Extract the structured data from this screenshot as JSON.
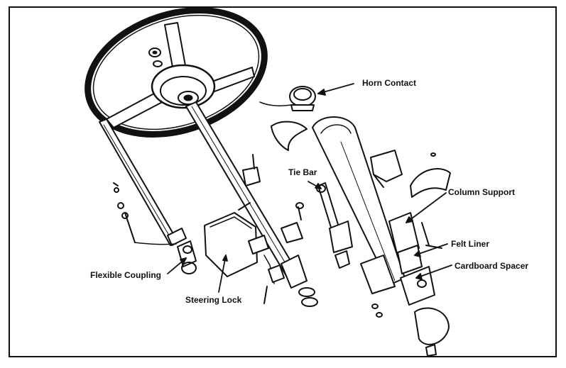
{
  "labels": {
    "horn_contact": "Horn Contact",
    "tie_bar": "Tie Bar",
    "column_support": "Column Support",
    "felt_liner": "Felt Liner",
    "cardboard_spacer": "Cardboard Spacer",
    "flexible_coupling": "Flexible Coupling",
    "steering_lock": "Steering Lock"
  },
  "colors": {
    "ink": "#111111",
    "paper": "#ffffff"
  }
}
